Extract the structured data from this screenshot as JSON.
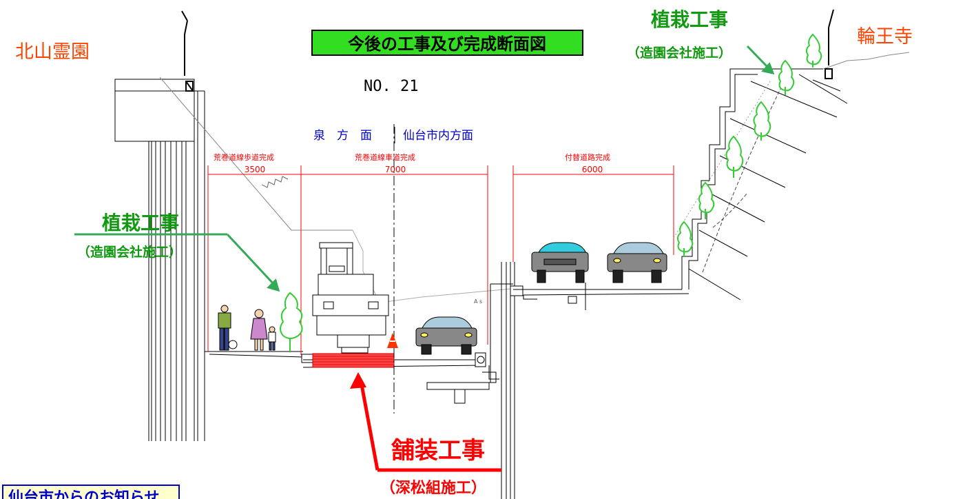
{
  "title": "今後の工事及び完成断面図",
  "section_no": "NO. 21",
  "places": {
    "left": "北山霊園",
    "right": "輪王寺"
  },
  "directions": {
    "left": "泉　方　面",
    "right": "仙台市内方面"
  },
  "dimensions": [
    {
      "label": "荒巻道線歩道完成",
      "value": "3500"
    },
    {
      "label": "荒巻道線車道完成",
      "value": "7000"
    },
    {
      "label": "付替道路完成",
      "value": "6000"
    }
  ],
  "works": {
    "planting_left": {
      "name": "植栽工事",
      "contractor": "（造園会社施工）"
    },
    "planting_right": {
      "name": "植栽工事",
      "contractor": "（造園会社施工）"
    },
    "paving": {
      "name": "舗装工事",
      "contractor": "（深松組施工）"
    }
  },
  "misc_label": "A s",
  "notice": "仙台市からのお知らせ",
  "colors": {
    "orange": "#ff4400",
    "green": "#119911",
    "red": "#ff0000",
    "blue": "#0000cc",
    "title_bg": "#33dd22"
  }
}
